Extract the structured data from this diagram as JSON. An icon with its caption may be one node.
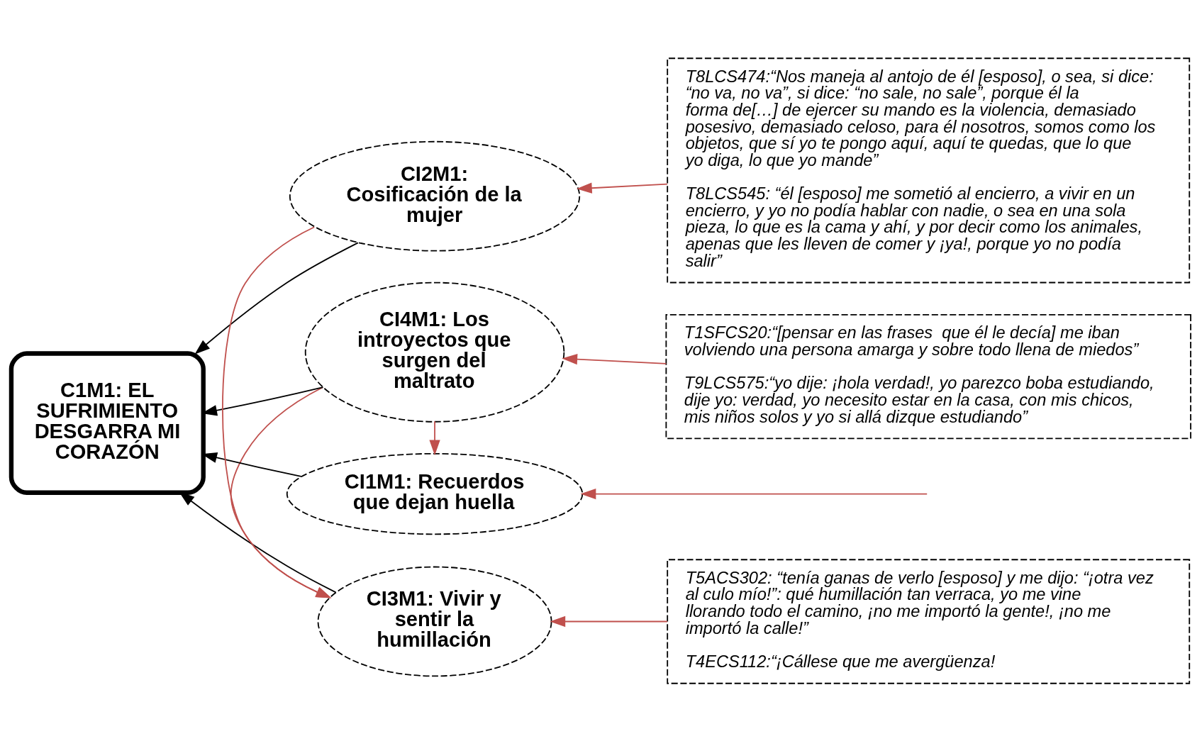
{
  "diagram": {
    "nodes": [
      {
        "text": [
          "CI1M1: Recuerdos que dejan huella"
        ]
      },
      {
        "text": [
          "T1SFCS20:“[pensar en las frases  que él le decía] me iban volviendo una persona amarga y sobre todo llena de miedos”",
          "T9LCS575:“yo dije: ¡hola verdad!, yo parezco boba estudiando, dije yo: verdad, yo necesito estar en la casa, con mis chicos, mis niños solos y yo si allá dizque estudiando”"
        ]
      },
      {
        "text": [
          "CI4M1: Los introyectos que surgen del maltrato"
        ]
      },
      {
        "text": [
          "T5ACS302: “tenía ganas de verlo [esposo] y me dijo: “¡otra vez al culo mío!”: qué humillación tan verraca, yo me vine llorando todo el camino, ¡no me importó la gente!, ¡no me importó la calle!”",
          "T4ECS112:“¡Cállese que me avergüenza!"
        ]
      },
      {
        "text": [
          "C1M1: EL SUFRIMIENTO DESGARRA MI CORAZÓN"
        ]
      },
      {
        "text": [
          "CI3M1: Vivir y sentir la humillación"
        ]
      },
      {
        "text": [
          "T8LCS474:“Nos maneja al antojo de él [esposo], o sea, si dice: “no va, no va”, si dice: “no sale, no sale”, porque él la forma de[…] de ejercer su mando es la violencia, demasiado posesivo, demasiado celoso, para él nosotros, somos como los objetos, que sí yo te pongo aquí, aquí te quedas, que lo que yo diga, lo que yo mande”",
          "T8LCS545: “él [esposo] me sometió al encierro, a vivir en un encierro, y yo no podía hablar con nadie, o sea en una sola pieza, lo que es la cama y ahí, y por decir como los animales, apenas que les lleven de comer y ¡ya!, porque yo no podía salir”"
        ]
      },
      {
        "text": [
          "CI2M1: Cosificación de la mujer"
        ]
      }
    ],
    "edges": [
      {
        "from": 0,
        "to": 4,
        "arrow": "to",
        "color": "#000000"
      },
      {
        "from": 2,
        "to": 4,
        "arrow": "to",
        "color": "#000000"
      },
      {
        "from": 5,
        "to": 4,
        "arrow": "to",
        "color": "#000000"
      },
      {
        "from": 7,
        "to": 4,
        "arrow": "to",
        "color": "#000000"
      },
      {
        "from": null,
        "to": 0,
        "arrow": "to",
        "color": "#c0504d"
      },
      {
        "from": 2,
        "to": 0,
        "arrow": "to",
        "color": "#c0504d"
      },
      {
        "from": 2,
        "to": 5,
        "arrow": "to",
        "color": "#c0504d"
      },
      {
        "from": 7,
        "to": 5,
        "arrow": "to",
        "color": "#c0504d"
      },
      {
        "from": 1,
        "to": 2,
        "arrow": "to",
        "color": "#c0504d"
      },
      {
        "from": 3,
        "to": 5,
        "arrow": "to",
        "color": "#c0504d"
      },
      {
        "from": 6,
        "to": 7,
        "arrow": "to",
        "color": "#c0504d"
      }
    ]
  }
}
